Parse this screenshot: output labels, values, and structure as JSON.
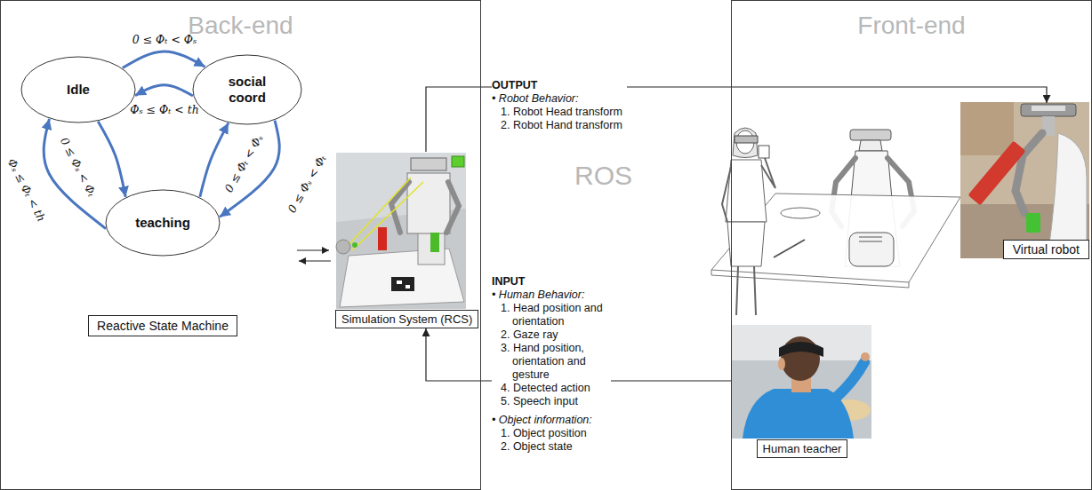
{
  "diagram": {
    "nodes": [
      {
        "text": [
          "Back-end"
        ]
      },
      {
        "text": [
          "Idle"
        ],
        "in": 0
      },
      {
        "text": [
          "social coord"
        ],
        "in": 0
      },
      {
        "text": [
          "teaching"
        ],
        "in": 0
      },
      {
        "text": [
          "Reactive State Machine"
        ],
        "in": 0
      },
      {
        "text": [
          "Simulation System (RCS)"
        ],
        "in": 0
      },
      {
        "text": [
          "Front-end"
        ]
      },
      {
        "text": [
          "Virtual robot"
        ],
        "in": 6
      },
      {
        "text": [
          "Human teacher"
        ],
        "in": 6
      }
    ],
    "edges": [
      {
        "from": 1,
        "to": 2,
        "arrow": "to",
        "label": "0 ≤ Φₜ < Φₛ"
      },
      {
        "from": 2,
        "to": 1,
        "arrow": "to",
        "label": "Φₛ ≤ Φₜ < th"
      },
      {
        "from": 3,
        "to": 1,
        "arrow": "to",
        "label": "Φₛ ≤ Φₜ < th"
      },
      {
        "from": 1,
        "to": 3,
        "arrow": "to",
        "label": "0 ≤ Φₛ < Φₜ"
      },
      {
        "from": 3,
        "to": 2,
        "arrow": "to",
        "label": "0 ≤ Φₜ < Φₛ"
      },
      {
        "from": 2,
        "to": 3,
        "arrow": "to",
        "label": "0 ≤ Φₛ < Φₜ"
      },
      {
        "from": 5,
        "to": 7,
        "arrow": "to"
      },
      {
        "from": 8,
        "to": 5,
        "arrow": "to"
      }
    ],
    "labels": [
      "OUTPUT",
      "• Robot Behavior:",
      "1. Robot Head transform",
      "2. Robot Hand transform",
      "ROS",
      "INPUT",
      "• Human Behavior:",
      "1. Head position and orientation",
      "2. Gaze ray",
      "3. Hand position, orientation and gesture",
      "4. Detected action",
      "5. Speech input",
      "• Object information:",
      "1. Object position",
      "2. Object state"
    ]
  }
}
